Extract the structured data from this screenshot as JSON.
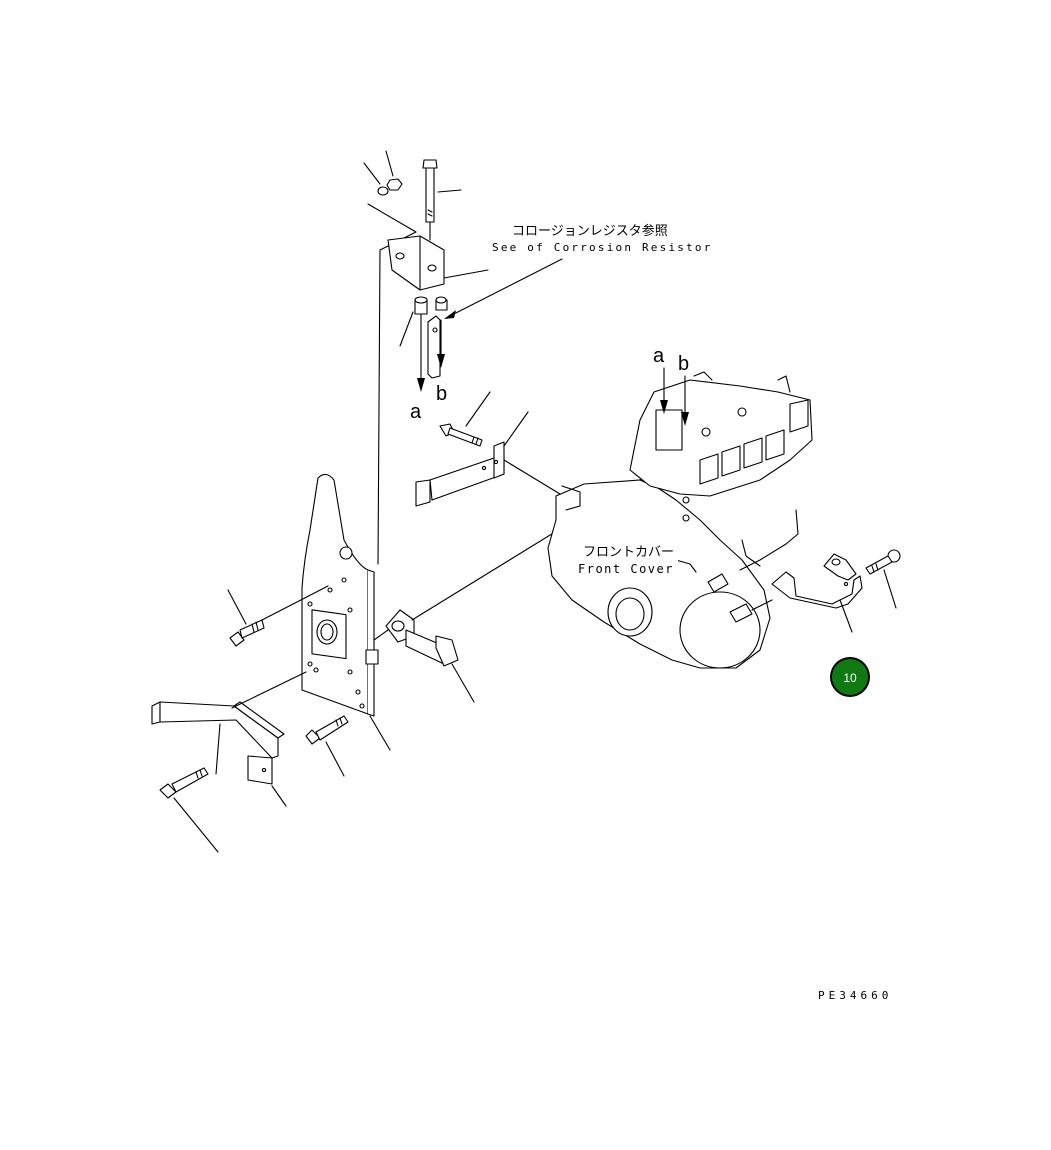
{
  "labels": {
    "corrosion_jp": "コロージョンレジスタ参照",
    "corrosion_en": "See of Corrosion Resistor",
    "front_cover_jp": "フロントカバー",
    "front_cover_en": "Front Cover",
    "ref_a_left": "a",
    "ref_b_left": "b",
    "ref_a_right": "a",
    "ref_b_right": "b",
    "drawing_code": "PE34660"
  },
  "badge": {
    "number": "10",
    "color": "#0f7a12"
  }
}
